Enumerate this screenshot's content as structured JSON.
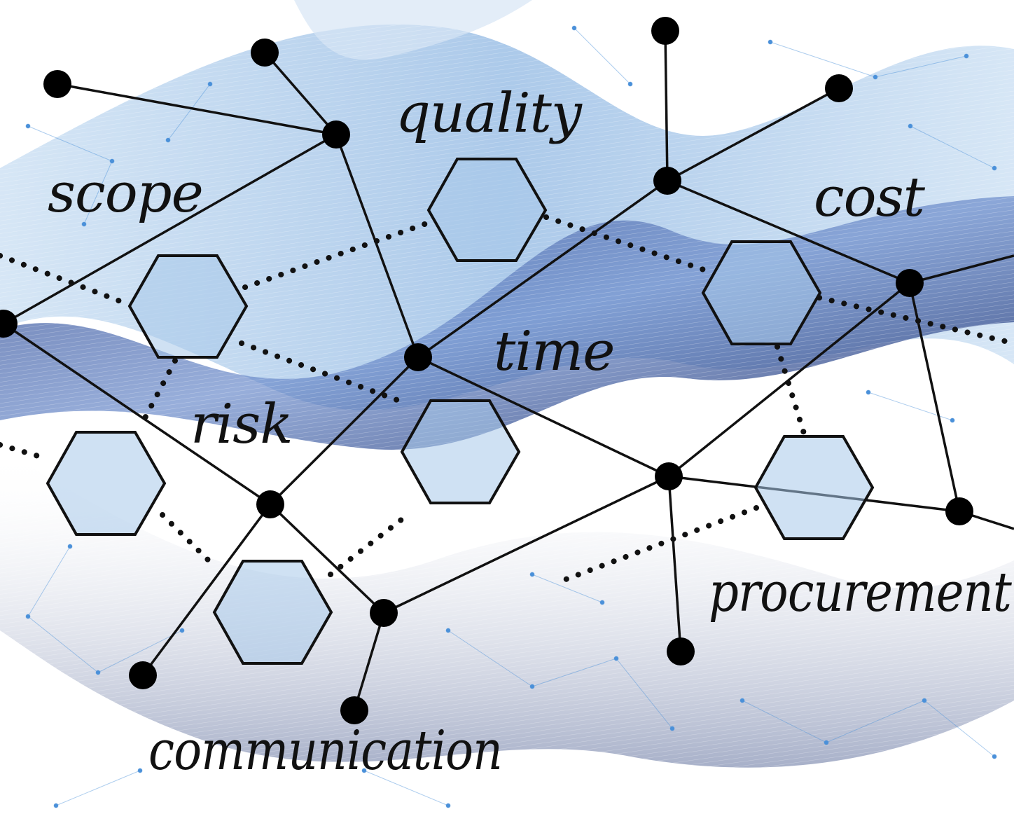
{
  "colors": {
    "background": "#ffffff",
    "wave_light": "#bcd6ee",
    "wave_mid": "#7ea9d9",
    "wave_dark": "#263b7a",
    "network_faint": "#4a90d9",
    "line": "#111111",
    "node": "#000000",
    "hexagon_fill": "#a8c8ea",
    "hexagon_stroke": "#111111"
  },
  "labels": {
    "scope": "scope",
    "quality": "quality",
    "cost": "cost",
    "time": "time",
    "risk": "risk",
    "procurement": "procurement",
    "communication": "communication"
  }
}
